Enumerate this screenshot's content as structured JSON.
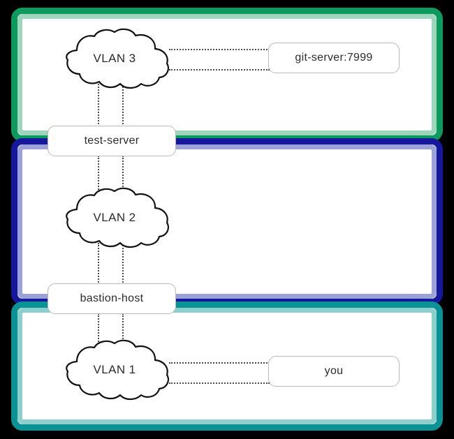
{
  "diagram": {
    "type": "network-topology",
    "background_color": "#000000",
    "zones": [
      {
        "id": "vlan3",
        "label": "VLAN 3",
        "outer_border_color": "#0d9a5f",
        "inner_border_color": "#9bd6bd"
      },
      {
        "id": "vlan2",
        "label": "VLAN 2",
        "outer_border_color": "#17179e",
        "inner_border_color": "#9aa2d8"
      },
      {
        "id": "vlan1",
        "label": "VLAN 1",
        "outer_border_color": "#0b9294",
        "inner_border_color": "#8ccfcd"
      }
    ],
    "clouds": [
      {
        "id": "cloud-vlan3",
        "label": "VLAN 3"
      },
      {
        "id": "cloud-vlan2",
        "label": "VLAN 2"
      },
      {
        "id": "cloud-vlan1",
        "label": "VLAN 1"
      }
    ],
    "nodes": [
      {
        "id": "git-server",
        "label": "git-server:7999",
        "zone": "vlan3"
      },
      {
        "id": "test-server",
        "label": "test-server",
        "zone": "vlan3/vlan2 boundary"
      },
      {
        "id": "bastion-host",
        "label": "bastion-host",
        "zone": "vlan2/vlan1 boundary"
      },
      {
        "id": "you",
        "label": "you",
        "zone": "vlan1"
      }
    ],
    "connections": [
      {
        "from": "cloud-vlan1",
        "to": "you",
        "style": "dotted"
      },
      {
        "from": "cloud-vlan1",
        "to": "bastion-host",
        "style": "dotted"
      },
      {
        "from": "bastion-host",
        "to": "cloud-vlan2",
        "style": "dotted"
      },
      {
        "from": "cloud-vlan2",
        "to": "test-server",
        "style": "dotted"
      },
      {
        "from": "test-server",
        "to": "cloud-vlan3",
        "style": "dotted"
      },
      {
        "from": "cloud-vlan3",
        "to": "git-server",
        "style": "dotted"
      }
    ],
    "colors": {
      "node_border": "#b9b9b9",
      "node_fill": "#ffffff",
      "cloud_stroke": "#111111",
      "cloud_fill": "#ffffff",
      "connector": "#4a4a4a",
      "text": "#2b2b2b"
    }
  }
}
